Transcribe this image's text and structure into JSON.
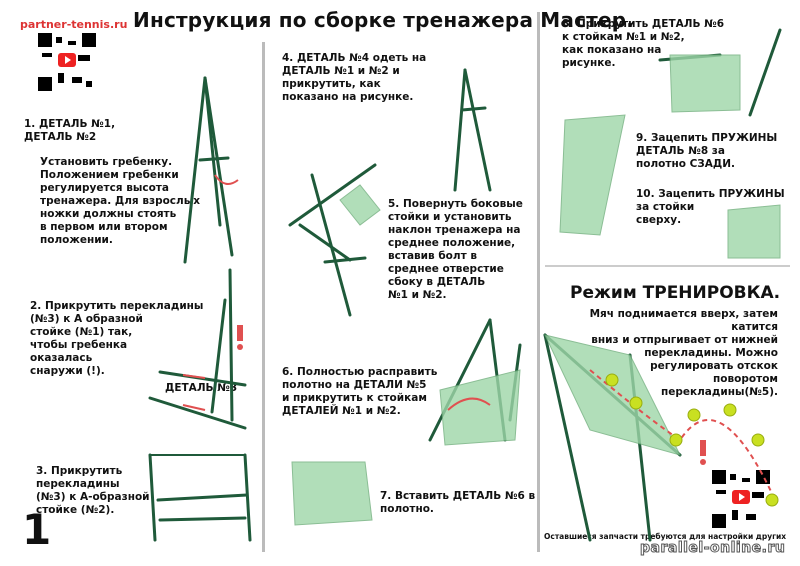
{
  "site": "partner-tennis.ru",
  "title": "Инструкция по сборке тренажера Мастер.",
  "page_number": "1",
  "steps": {
    "s1": "1. ДЕТАЛЬ №1,\n    ДЕТАЛЬ №2",
    "s1b": "Установить гребенку.\nПоложением гребенки\nрегулируется высота\nтренажера. Для взрослых\nножки должны стоять\nв первом или втором\nположении.",
    "s2": "2. Прикрутить перекладины\n(№3) к А образной\nстойке (№1) так,\nчтобы гребенка\nоказалась\nснаружи (!).",
    "s2_label": "ДЕТАЛЬ №3",
    "s3": "3. Прикрутить\nперекладины\n(№3) к А-образной\nстойке (№2).",
    "s4": "4. ДЕТАЛЬ №4 одеть на\nДЕТАЛЬ №1 и №2 и\nприкрутить, как\nпоказано на рисунке.",
    "s5": "5. Повернуть боковые\nстойки и установить\nнаклон тренажера на\nсреднее положение,\nвставив болт в\nсреднее отверстие\nсбоку в ДЕТАЛЬ\n№1 и №2.",
    "s6": "6. Полностью расправить\nполотно на ДЕТАЛИ №5\nи прикрутить к стойкам\nДЕТАЛЕЙ №1 и №2.",
    "s7": "7. Вставить ДЕТАЛЬ №6 в\nполотно.",
    "s8": "8. Прикрутить ДЕТАЛЬ №6\nк стойкам №1 и №2,\nкак показано на\nрисунке.",
    "s9": "9. Зацепить ПРУЖИНЫ\nДЕТАЛЬ №8 за\nполотно СЗАДИ.",
    "s10": "10. Зацепить ПРУЖИНЫ\nза стойки\nсверху."
  },
  "mode_title": "Режим ТРЕНИРОВКА.",
  "mode_text": "Мяч поднимается вверх, затем катится\nвниз и отпрыгивает от нижней\nперекладины. Можно\nрегулировать отскок\nповоротом\nперекладины(№5).",
  "footnote": "Оставшиеся запчасти требуются для настройки других",
  "watermark": "parallel-online.ru",
  "colors": {
    "frame": "#1f5a3a",
    "net": "#9ed6a8",
    "arrow": "#e05050",
    "ball": "#c9e021",
    "accent": "#d33"
  }
}
